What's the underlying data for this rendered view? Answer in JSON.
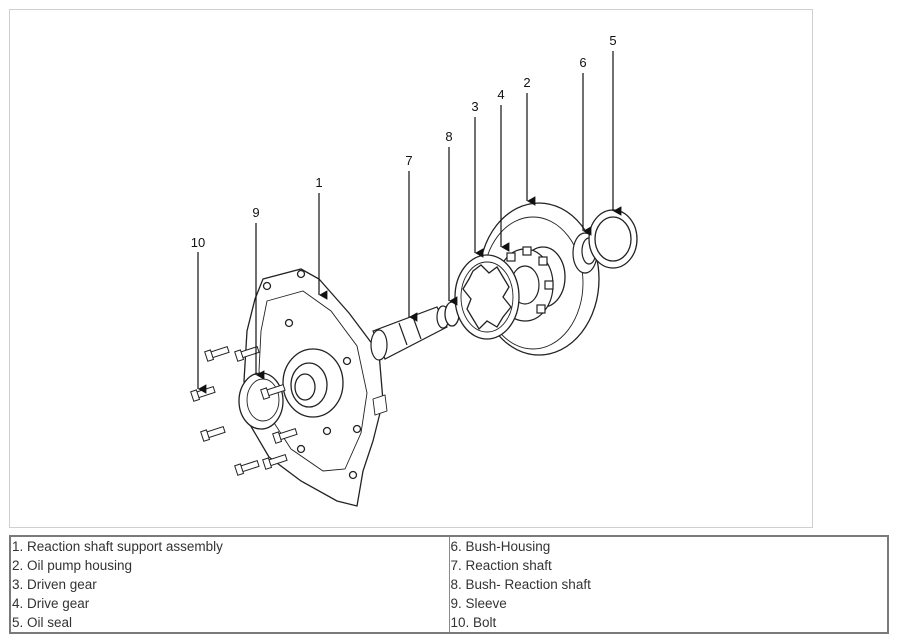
{
  "diagram": {
    "callouts": [
      "1",
      "2",
      "3",
      "4",
      "5",
      "6",
      "7",
      "8",
      "9",
      "10"
    ]
  },
  "legend": {
    "left": [
      "1. Reaction shaft support assembly",
      "2. Oil pump housing",
      "3. Driven gear",
      "4. Drive gear",
      "5. Oil seal"
    ],
    "right": [
      "6. Bush-Housing",
      "7. Reaction shaft",
      "8. Bush- Reaction shaft",
      "9. Sleeve",
      "10. Bolt"
    ]
  }
}
